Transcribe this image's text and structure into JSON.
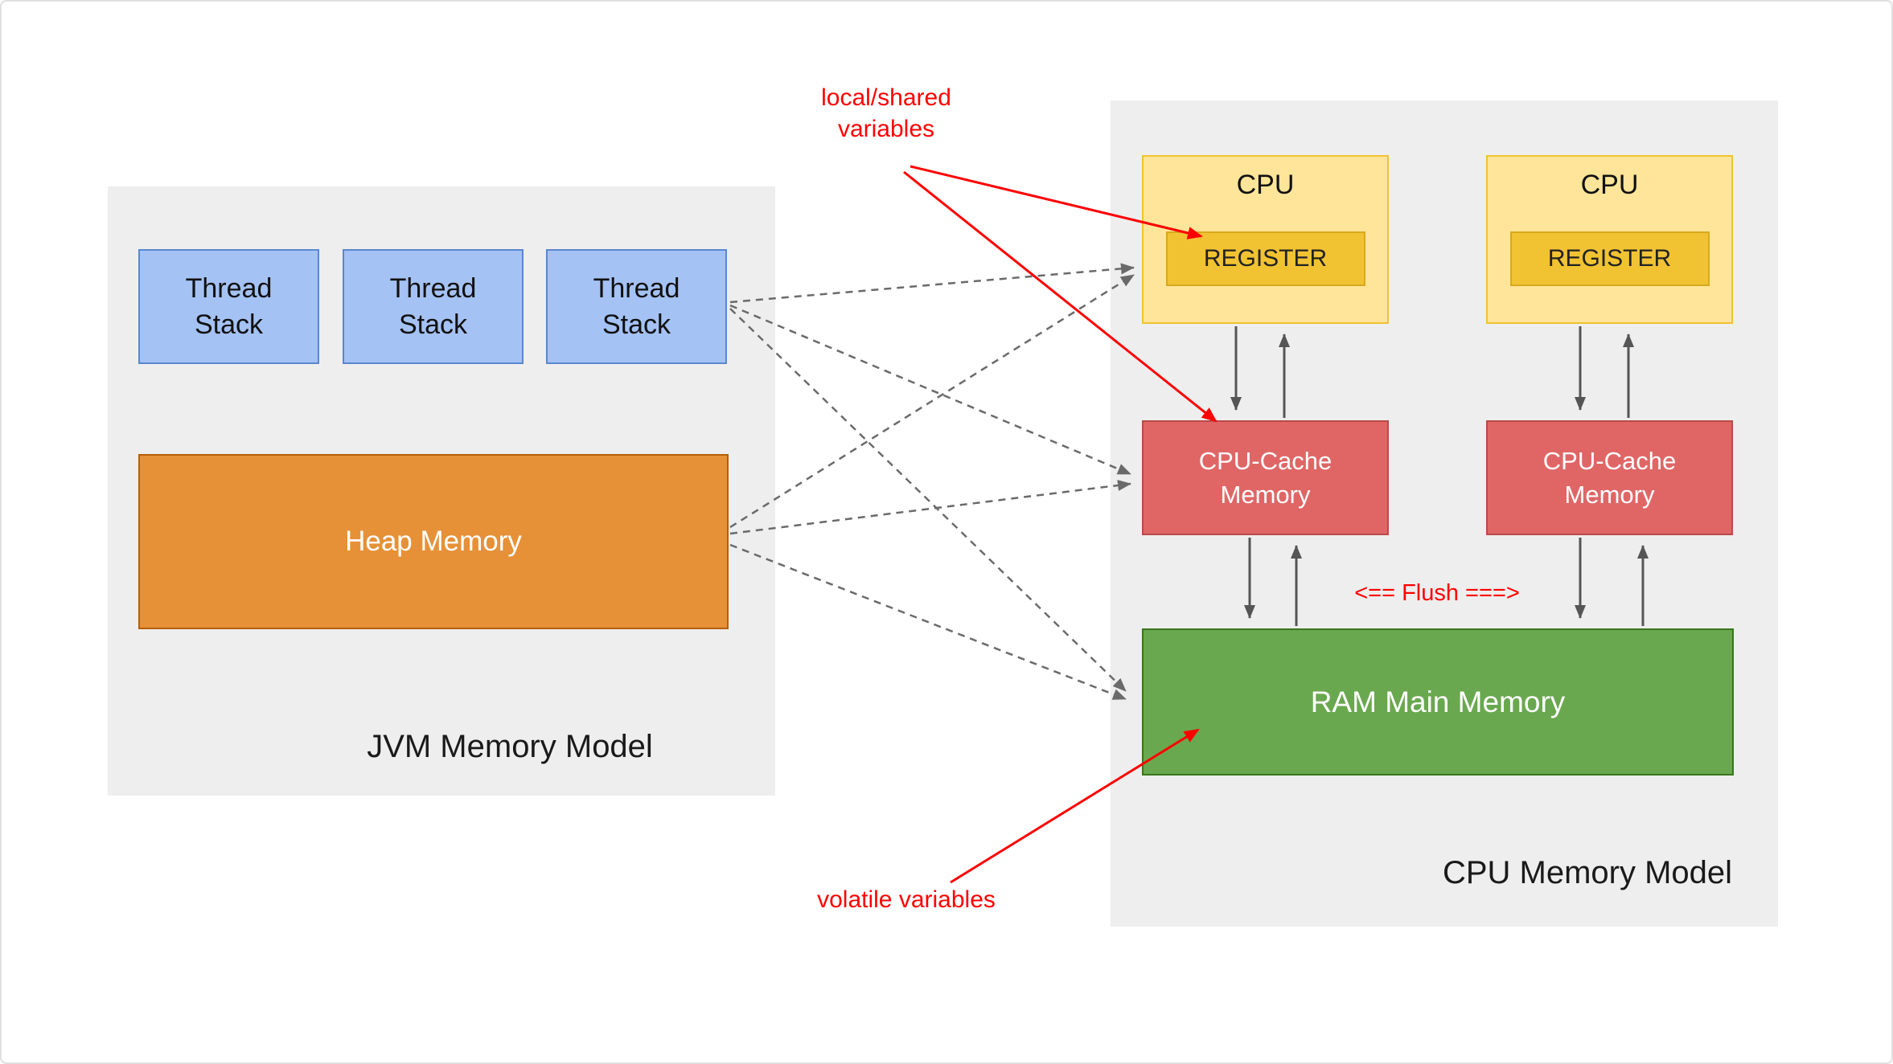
{
  "jvm": {
    "title": "JVM Memory Model",
    "thread_stacks": [
      "Thread Stack",
      "Thread Stack",
      "Thread Stack"
    ],
    "heap_label": "Heap Memory"
  },
  "cpu": {
    "title": "CPU Memory Model",
    "units": [
      {
        "label": "CPU",
        "register": "REGISTER"
      },
      {
        "label": "CPU",
        "register": "REGISTER"
      }
    ],
    "caches": [
      "CPU-Cache Memory",
      "CPU-Cache Memory"
    ],
    "ram_label": "RAM Main Memory",
    "flush_label": "<== Flush ===>"
  },
  "annotations": {
    "local_shared": "local/shared variables",
    "volatile": "volatile variables"
  },
  "colors": {
    "thread_stack_fill": "#a4c2f4",
    "heap_fill": "#e69138",
    "cpu_fill": "#ffe599",
    "register_fill": "#f1c232",
    "cache_fill": "#e06666",
    "ram_fill": "#6aa84f",
    "panel_fill": "#eeeeee",
    "annotation_red": "#ff0000",
    "connector_gray": "#6a6a6a"
  }
}
